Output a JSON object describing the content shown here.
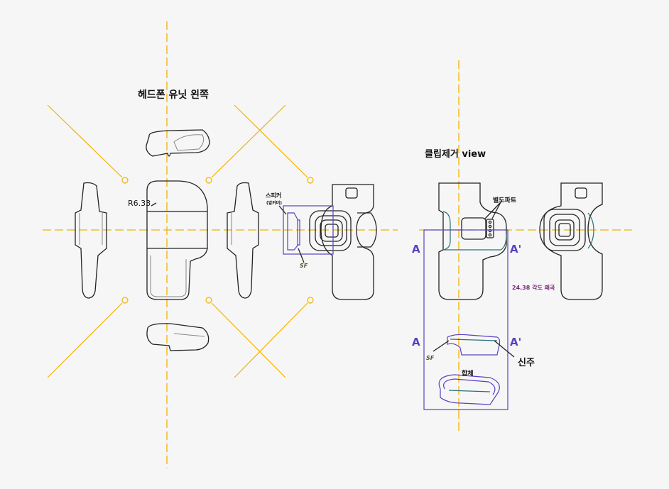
{
  "left_title": "헤드폰 유닛 왼쪽",
  "radius_label": "R6.33",
  "speaker_label": "스피커",
  "speaker_sub": "(앞커버)",
  "sf_label_1": "SF",
  "right_title": "클립제거 view",
  "separate_part_label": "별도파트",
  "section_a_left": "A",
  "section_a_right": "A'",
  "angle_note": "24.38 각도 왜곡",
  "section_a_left_2": "A",
  "section_a_right_2": "A'",
  "sf_label_2": "SF",
  "brass_label": "신주",
  "combined_label": "합체",
  "colors": {
    "centerline": "#f2b300",
    "section": "#5b3fc4",
    "note": "#7a2a7a"
  }
}
